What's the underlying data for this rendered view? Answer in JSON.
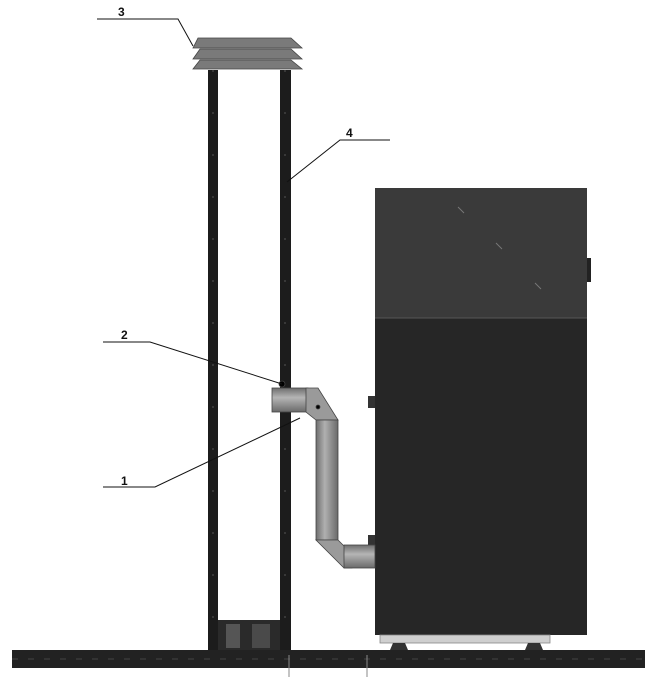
{
  "labels": {
    "one": "1",
    "two": "2",
    "three": "3",
    "four": "4"
  },
  "colors": {
    "masonry": "#1c1c1c",
    "stove_upper": "#3a3a3a",
    "stove_lower": "#262626",
    "cap": "#7a7a7a",
    "pipe": "#8c8c8c",
    "base": "#cfcfcf"
  }
}
